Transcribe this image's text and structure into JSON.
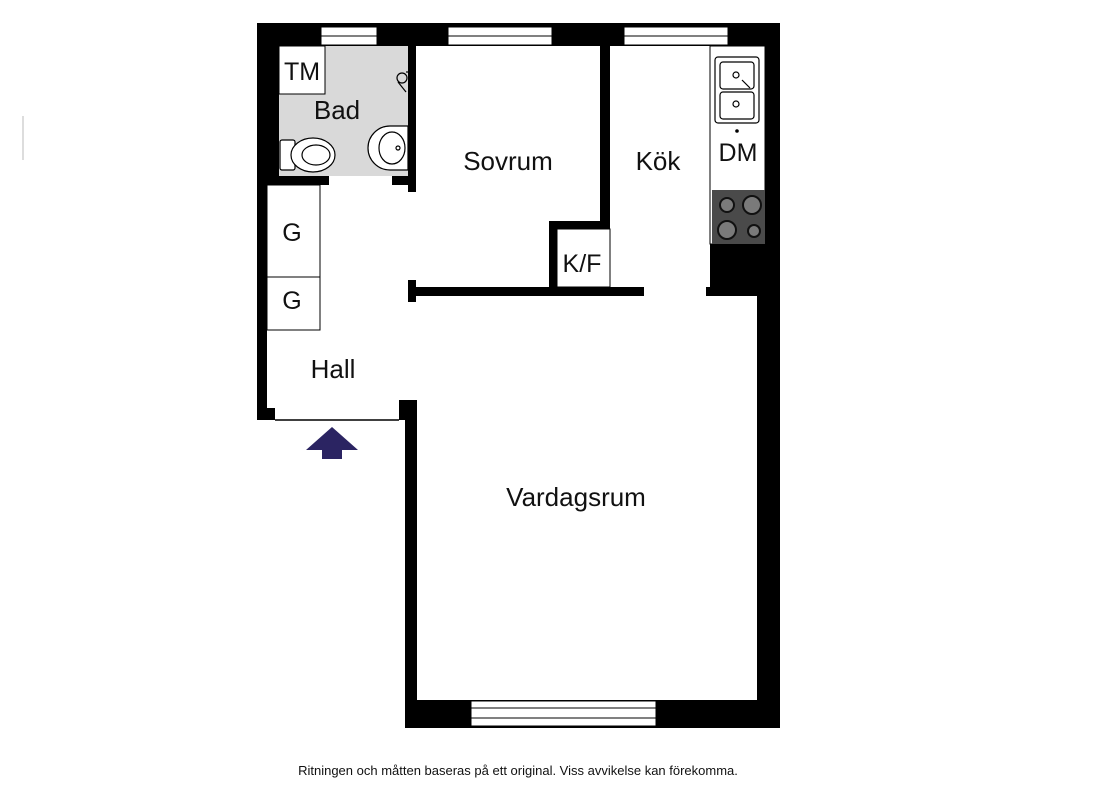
{
  "rooms": {
    "bad": "Bad",
    "sovrum": "Sovrum",
    "kok": "Kök",
    "hall": "Hall",
    "vardagsrum": "Vardagsrum"
  },
  "fixtures": {
    "tm": "TM",
    "dm": "DM",
    "kf": "K/F",
    "g1": "G",
    "g2": "G"
  },
  "footer": {
    "disclaimer": "Ritningen och måtten baseras på ett original. Viss avvikelse kan förekomma."
  },
  "colors": {
    "wall": "#000000",
    "bath_floor": "#d9d9d9",
    "entrance_arrow": "#2b2462",
    "stove": "#4a4a4a"
  },
  "icons": [
    "entrance-arrow-icon",
    "toilet-icon",
    "washbasin-icon",
    "sink-icon",
    "stove-icon",
    "window-icon"
  ]
}
